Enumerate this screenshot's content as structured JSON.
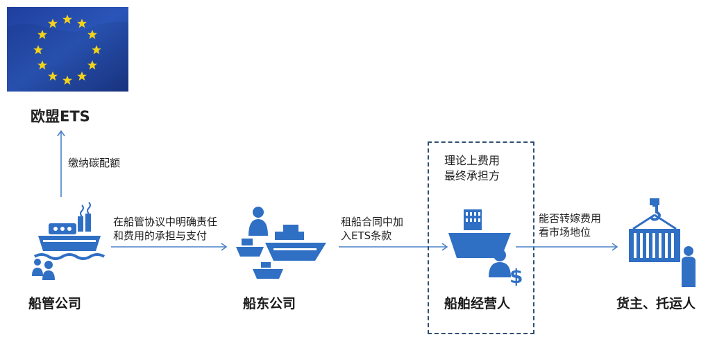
{
  "eu": {
    "title": "欧盟ETS",
    "flag_icon": "eu-flag-icon"
  },
  "arrows": {
    "up_label": "缴纳碳配额",
    "a1_label_line1": "在船管协议中明确责任",
    "a1_label_line2": "和费用的承担与支付",
    "a2_label_line1": "租船合同中加",
    "a2_label_line2": "入ETS条款",
    "a3_label_line1": "能否转嫁费用",
    "a3_label_line2": "看市场地位"
  },
  "nodes": [
    {
      "label": "船管公司",
      "icon": "ship-management-icon"
    },
    {
      "label": "船东公司",
      "icon": "shipowner-fleet-icon"
    },
    {
      "label": "船舶经营人",
      "icon": "ship-operator-icon"
    },
    {
      "label": "货主、托运人",
      "icon": "cargo-owner-icon"
    }
  ],
  "operator_box": {
    "line1": "理论上费用",
    "line2": "最终承担方"
  },
  "colors": {
    "icon_blue": "#2f6fc4",
    "arrow_blue": "#4a80c8",
    "flag_blue": "#1e3f9a",
    "star_yellow": "#f2d21b",
    "box_border": "#2f4e72"
  }
}
